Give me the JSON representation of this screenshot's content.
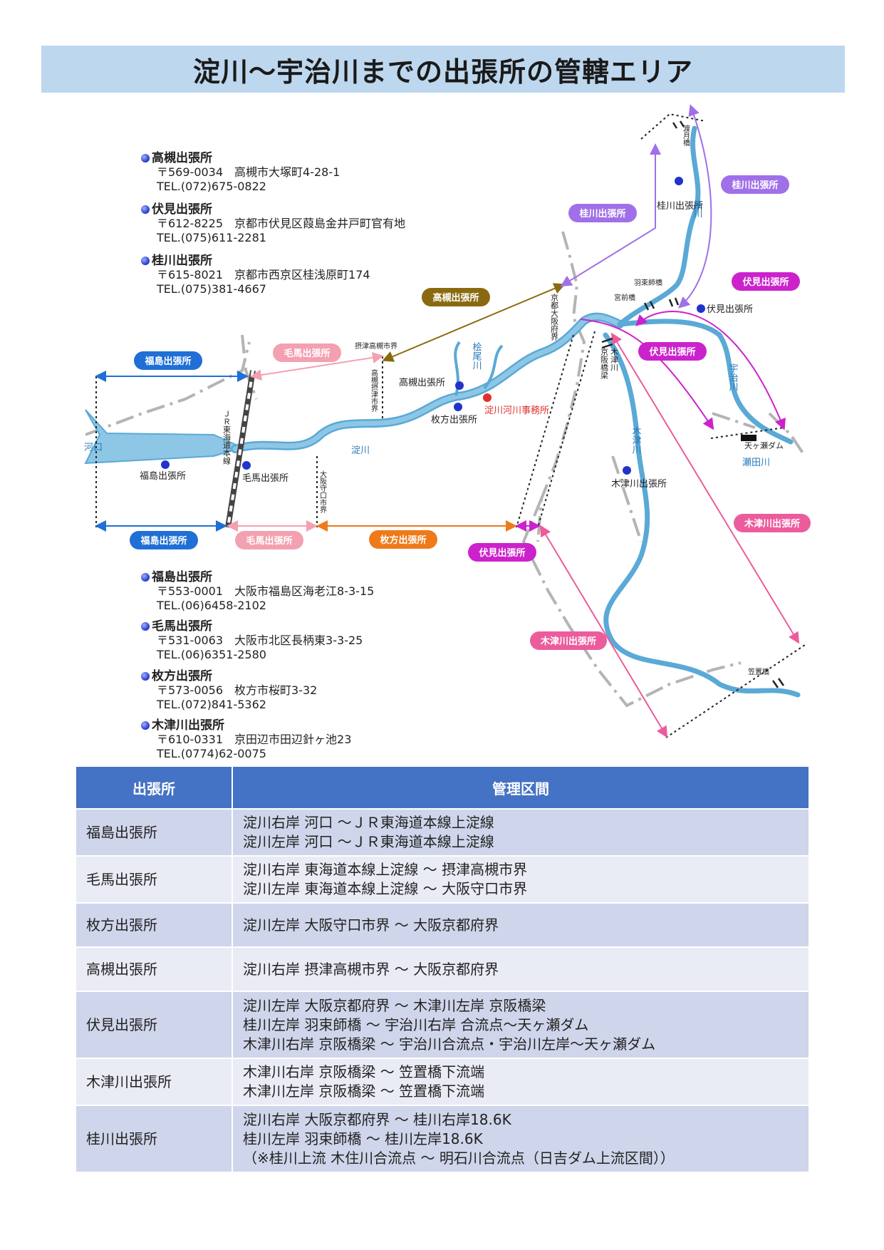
{
  "title": "淀川～宇治川までの出張所の管轄エリア",
  "offices_top": [
    {
      "name": "高槻出張所",
      "address": "〒569-0034　高槻市大塚町4-28-1",
      "tel": "TEL.(072)675-0822"
    },
    {
      "name": "伏見出張所",
      "address": "〒612-8225　京都市伏見区葭島金井戸町官有地",
      "tel": "TEL.(075)611-2281"
    },
    {
      "name": "桂川出張所",
      "address": "〒615-8021　京都市西京区桂浅原町174",
      "tel": "TEL.(075)381-4667"
    }
  ],
  "offices_bottom": [
    {
      "name": "福島出張所",
      "address": "〒553-0001　大阪市福島区海老江8-3-15",
      "tel": "TEL.(06)6458-2102"
    },
    {
      "name": "毛馬出張所",
      "address": "〒531-0063　大阪市北区長柄東3-3-25",
      "tel": "TEL.(06)6351-2580"
    },
    {
      "name": "枚方出張所",
      "address": "〒573-0056　枚方市桜町3-32",
      "tel": "TEL.(072)841-5362"
    },
    {
      "name": "木津川出張所",
      "address": "〒610-0331　京田辺市田辺針ヶ池23",
      "tel": "TEL.(0774)62-0075"
    }
  ],
  "map": {
    "colors": {
      "river": "#5aa9d6",
      "river_fill": "#8ec6e6",
      "fukushima": "#1f6fd6",
      "kema": "#f3a0b0",
      "hirakata": "#ee7a1a",
      "takatsuki": "#8a6a10",
      "fushimi": "#cc22cc",
      "kizugawa": "#ec5c9c",
      "katsura": "#a070e8"
    },
    "badges": {
      "fukushima_top": "福島出張所",
      "fukushima_bottom": "福島出張所",
      "kema_top": "毛馬出張所",
      "kema_bottom": "毛馬出張所",
      "hirakata": "枚方出張所",
      "takatsuki": "高槻出張所",
      "fushimi_bottom": "伏見出張所",
      "fushimi_mid": "伏見出張所",
      "fushimi_right": "伏見出張所",
      "kizugawa_right": "木津川出張所",
      "kizugawa_bottom": "木津川出張所",
      "katsura_left": "桂川出張所",
      "katsura_right": "桂川出張所"
    },
    "labels": {
      "kakou": "河口",
      "jr": "ＪＲ東海道本線",
      "yodogawa": "淀川",
      "fukushima_office": "福島出張所",
      "kema_office": "毛馬出張所",
      "takatsuki_office": "高槻出張所",
      "hirakata_office": "枚方出張所",
      "yodogawa_office": "淀川河川事務所",
      "hinoo": "桧尾川",
      "settsu_takatsuki": "摂津高槻市界",
      "takatsuki_settsu": "高槻摂津市界",
      "osaka_moriguchi": "大阪守口市界",
      "osaka_kyoto": "京都大阪府界",
      "keihan_bridge": "京阪橋梁",
      "kizu_kizugawa": "木津川",
      "kizugawa_river": "木津川",
      "kizugawa_office": "木津川出張所",
      "uji": "宇治川",
      "amagase": "天ヶ瀬ダム",
      "seta": "瀬田川",
      "fushimi_office": "伏見出張所",
      "hazukashi": "羽束師橋",
      "miyamae": "宮前橋",
      "katsura_office": "桂川出張所",
      "katsura_river": "桂川",
      "togetsu": "渡月橋",
      "kasagi": "笠置橋"
    }
  },
  "table": {
    "headers": [
      "出張所",
      "管理区間"
    ],
    "rows": [
      {
        "office": "福島出張所",
        "ranges": [
          "淀川右岸 河口 ～ＪＲ東海道本線上淀線",
          "淀川左岸 河口 ～ＪＲ東海道本線上淀線"
        ]
      },
      {
        "office": "毛馬出張所",
        "ranges": [
          "淀川右岸 東海道本線上淀線 ～ 摂津高槻市界",
          "淀川左岸 東海道本線上淀線 ～ 大阪守口市界"
        ]
      },
      {
        "office": "枚方出張所",
        "ranges": [
          "淀川左岸 大阪守口市界 ～ 大阪京都府界"
        ]
      },
      {
        "office": "高槻出張所",
        "ranges": [
          "淀川右岸 摂津高槻市界 ～ 大阪京都府界"
        ]
      },
      {
        "office": "伏見出張所",
        "ranges": [
          "淀川左岸 大阪京都府界 ～ 木津川左岸 京阪橋梁",
          "桂川左岸 羽束師橋 ～ 宇治川右岸 合流点～天ヶ瀬ダム",
          "木津川右岸 京阪橋梁 ～ 宇治川合流点・宇治川左岸～天ヶ瀬ダム"
        ]
      },
      {
        "office": "木津川出張所",
        "ranges": [
          "木津川右岸 京阪橋梁 ～ 笠置橋下流端",
          "木津川左岸 京阪橋梁 ～ 笠置橋下流端"
        ]
      },
      {
        "office": "桂川出張所",
        "ranges": [
          "淀川右岸 大阪京都府界 ～ 桂川右岸18.6K",
          "桂川左岸 羽束師橋 ～ 桂川左岸18.6K",
          "（※桂川上流 木住川合流点 ～ 明石川合流点（日吉ダム上流区間））"
        ]
      }
    ]
  }
}
